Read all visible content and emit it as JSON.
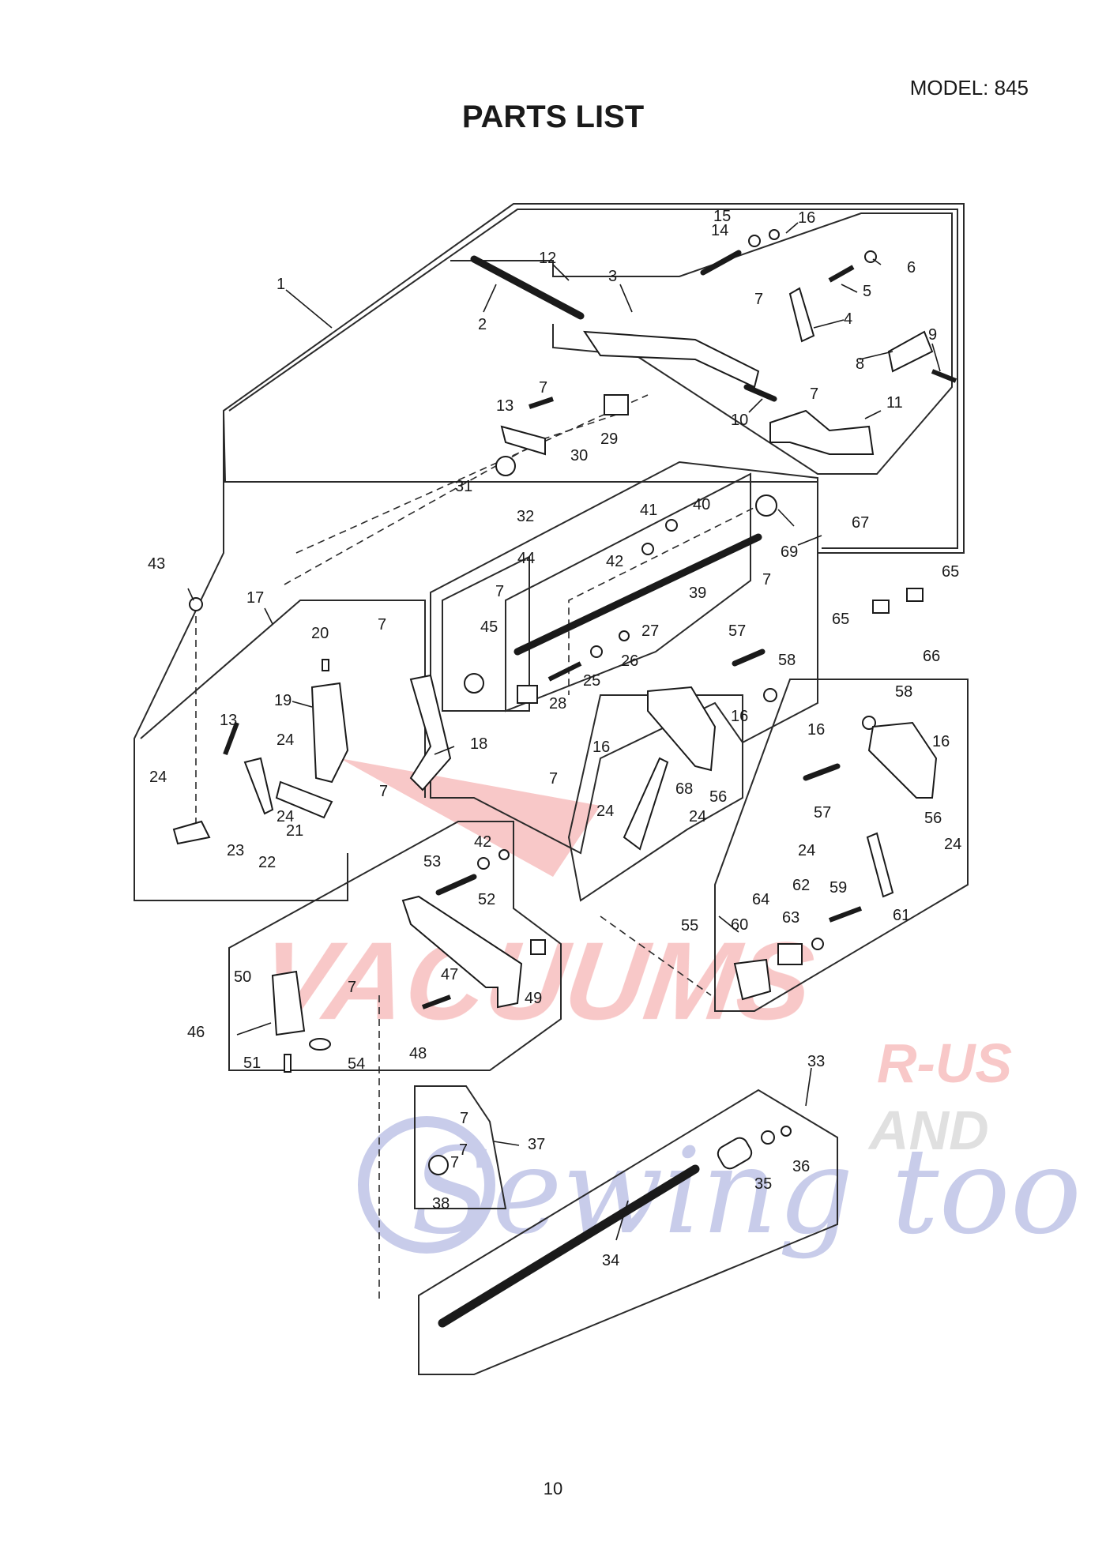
{
  "header": {
    "model": "MODEL: 845",
    "title": "PARTS LIST"
  },
  "footer": {
    "page_number": "10"
  },
  "watermark": {
    "line1": "VACUUMS",
    "line2": "R-US",
    "line3": "AND",
    "line4": "Sewing too",
    "colors": {
      "red": "#e63a3a",
      "blue": "#3a49b5",
      "gray": "#8f8f8f"
    }
  },
  "callouts": [
    "1",
    "2",
    "3",
    "4",
    "5",
    "6",
    "7",
    "7",
    "7",
    "7",
    "7",
    "7",
    "7",
    "7",
    "7",
    "7",
    "7",
    "7",
    "8",
    "9",
    "10",
    "11",
    "12",
    "13",
    "13",
    "14",
    "15",
    "16",
    "16",
    "16",
    "16",
    "16",
    "17",
    "18",
    "19",
    "20",
    "21",
    "22",
    "23",
    "24",
    "24",
    "24",
    "24",
    "24",
    "24",
    "24",
    "25",
    "26",
    "27",
    "28",
    "29",
    "30",
    "31",
    "32",
    "33",
    "34",
    "35",
    "36",
    "37",
    "38",
    "39",
    "40",
    "41",
    "42",
    "42",
    "43",
    "44",
    "45",
    "46",
    "47",
    "48",
    "49",
    "50",
    "51",
    "52",
    "53",
    "54",
    "55",
    "56",
    "56",
    "57",
    "57",
    "58",
    "58",
    "59",
    "60",
    "61",
    "62",
    "63",
    "64",
    "65",
    "65",
    "66",
    "67",
    "68",
    "69"
  ]
}
